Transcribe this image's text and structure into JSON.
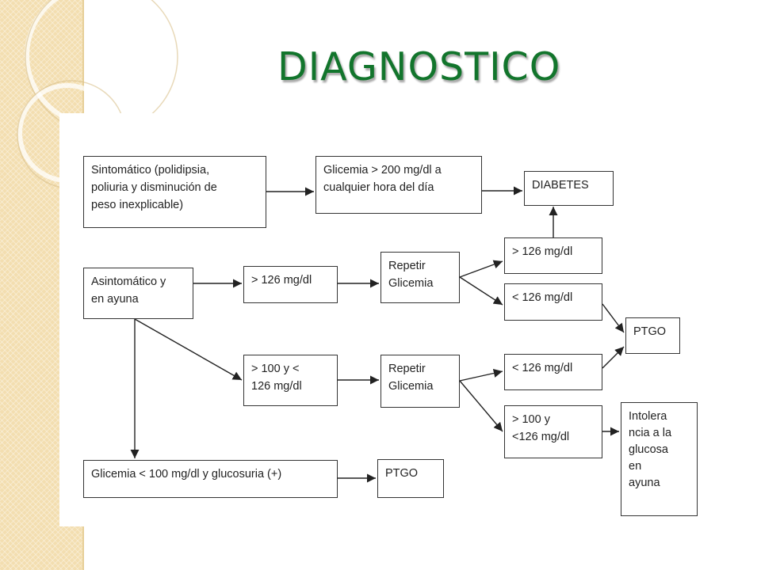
{
  "slide": {
    "title": "DIAGNOSTICO",
    "colors": {
      "title": "#12752c",
      "sidebar": "#f3deb0",
      "border": "#333333"
    }
  },
  "diagram": {
    "nodes": {
      "sintomatico": "Sintomático (polidipsia,\npoliuria y disminución de\npeso inexplicable)",
      "glicemia200": "Glicemia > 200 mg/dl a\ncualquier hora del día",
      "diabetes": "DIABETES",
      "asintomatico": "Asintomático y\nen ayuna",
      "ge126_a": "> 126 mg/dl",
      "repetir1": "Repetir\nGlicemia",
      "ge126_b": "> 126 mg/dl",
      "lt126_a": "< 126 mg/dl",
      "ptgo_right": "PTGO",
      "range100_126": "> 100 y <\n126 mg/dl",
      "repetir2": "Repetir\nGlicemia",
      "lt126_b": "< 126 mg/dl",
      "ge100_lt126": "> 100 y\n<126 mg/dl",
      "intolerancia": "Intolera\nncia a la\nglucosa\nen\nayuna",
      "glicemia100": "Glicemia < 100 mg/dl y glucosuria (+)",
      "ptgo_bottom": "PTGO"
    }
  }
}
